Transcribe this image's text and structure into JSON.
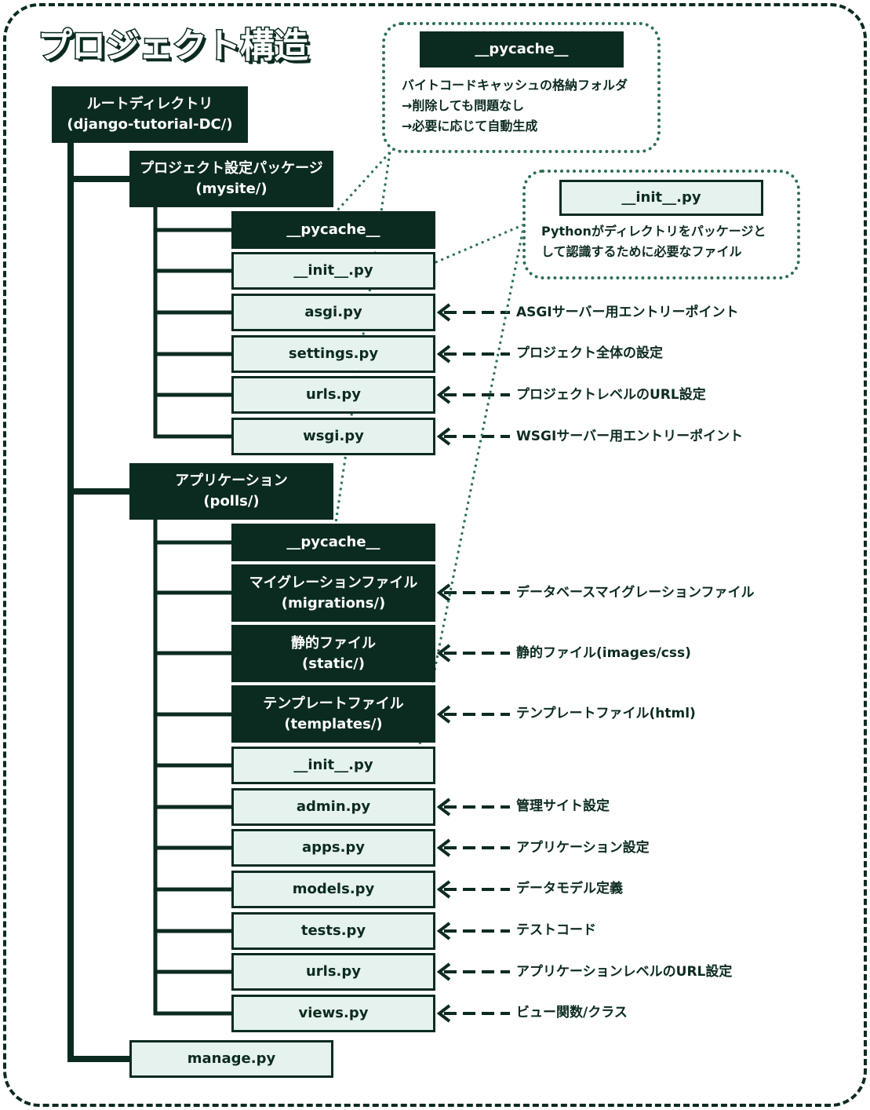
{
  "title": "プロジェクト構造",
  "root": {
    "line1": "ルートディレクトリ",
    "line2": "(django-tutorial-DC/)"
  },
  "mysite": {
    "line1": "プロジェクト設定パッケージ",
    "line2": "(mysite/)",
    "files": [
      {
        "name": "__pycache__",
        "style": "dark",
        "desc": ""
      },
      {
        "name": "__init__.py",
        "style": "light",
        "desc": ""
      },
      {
        "name": "asgi.py",
        "style": "light",
        "desc": "ASGIサーバー用エントリーポイント"
      },
      {
        "name": "settings.py",
        "style": "light",
        "desc": "プロジェクト全体の設定"
      },
      {
        "name": "urls.py",
        "style": "light",
        "desc": "プロジェクトレベルのURL設定"
      },
      {
        "name": "wsgi.py",
        "style": "light",
        "desc": "WSGIサーバー用エントリーポイント"
      }
    ]
  },
  "polls": {
    "line1": "アプリケーション",
    "line2": "(polls/)",
    "files": [
      {
        "name": "__pycache__",
        "name2": "",
        "style": "dark",
        "desc": ""
      },
      {
        "name": "マイグレーションファイル",
        "name2": "(migrations/)",
        "style": "dark",
        "desc": "データベースマイグレーションファイル"
      },
      {
        "name": "静的ファイル",
        "name2": "(static/)",
        "style": "dark",
        "desc": "静的ファイル(images/css)"
      },
      {
        "name": "テンプレートファイル",
        "name2": "(templates/)",
        "style": "dark",
        "desc": "テンプレートファイル(html)"
      },
      {
        "name": "__init__.py",
        "name2": "",
        "style": "light",
        "desc": ""
      },
      {
        "name": "admin.py",
        "name2": "",
        "style": "light",
        "desc": "管理サイト設定"
      },
      {
        "name": "apps.py",
        "name2": "",
        "style": "light",
        "desc": "アプリケーション設定"
      },
      {
        "name": "models.py",
        "name2": "",
        "style": "light",
        "desc": "データモデル定義"
      },
      {
        "name": "tests.py",
        "name2": "",
        "style": "light",
        "desc": "テストコード"
      },
      {
        "name": "urls.py",
        "name2": "",
        "style": "light",
        "desc": "アプリケーションレベルのURL設定"
      },
      {
        "name": "views.py",
        "name2": "",
        "style": "light",
        "desc": "ビュー関数/クラス"
      }
    ]
  },
  "manage": {
    "name": "manage.py"
  },
  "callout_pycache": {
    "label": "__pycache__",
    "lines": [
      "バイトコードキャッシュの格納フォルダ",
      "→削除しても問題なし",
      "→必要に応じて自動生成"
    ]
  },
  "callout_init": {
    "label": "__init__.py",
    "lines": [
      "Pythonがディレクトリをパッケージと",
      "して認識するために必要なファイル"
    ]
  },
  "colors": {
    "dark": "#0c2b20",
    "light": "#e6f2ed",
    "dotted": "#2d6e52"
  }
}
